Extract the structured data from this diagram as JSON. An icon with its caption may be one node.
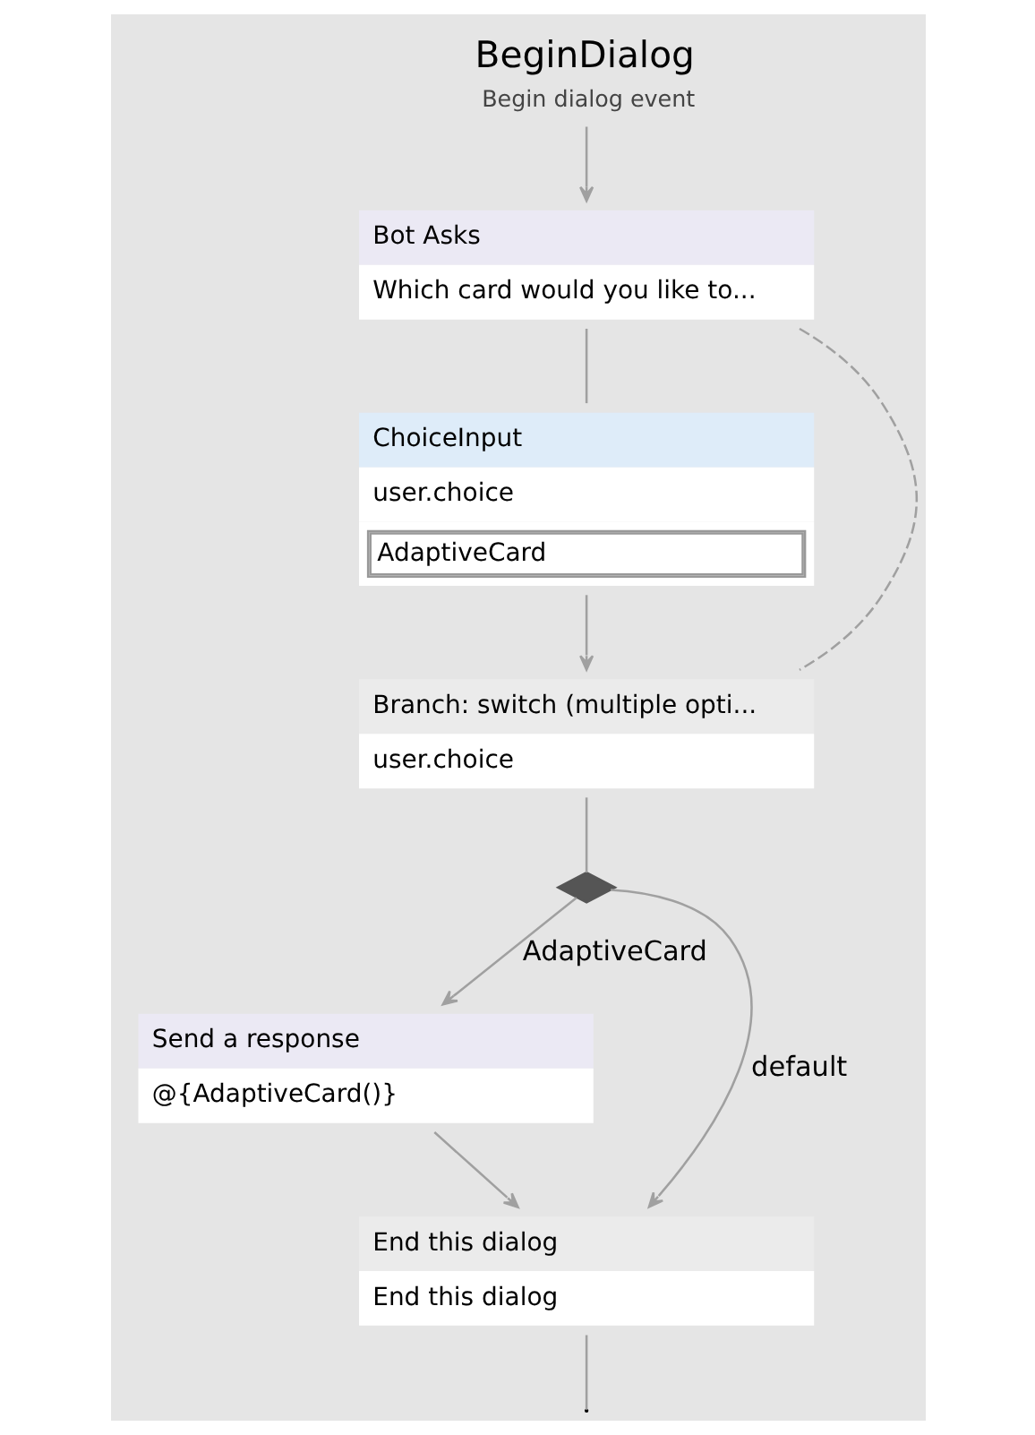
{
  "diagram": {
    "nodes": [
      {
        "text": [
          "BeginDialog",
          "Begin dialog event"
        ]
      },
      {
        "text": [
          "Bot Asks",
          "Which card would you like to..."
        ]
      },
      {
        "text": [
          "ChoiceInput",
          "user.choice",
          "AdaptiveCard"
        ]
      },
      {
        "text": [
          "Branch: switch (multiple opti...",
          "user.choice"
        ]
      },
      {
        "text": [],
        "shape": "diamond"
      },
      {
        "text": [
          "Send a response",
          "@{AdaptiveCard()}"
        ]
      },
      {
        "text": [
          "End this dialog",
          "End this dialog"
        ]
      }
    ],
    "edges": [
      {
        "from": 0,
        "to": 1,
        "arrow": "to"
      },
      {
        "from": 1,
        "to": 2,
        "arrow": "none"
      },
      {
        "from": 1,
        "to": 3,
        "arrow": "none",
        "style": "dashed"
      },
      {
        "from": 2,
        "to": 3,
        "arrow": "to"
      },
      {
        "from": 3,
        "to": 4,
        "arrow": "none"
      },
      {
        "from": 4,
        "to": 6,
        "label": "default",
        "arrow": "to"
      },
      {
        "from": 4,
        "to": 5,
        "label": "AdaptiveCard",
        "arrow": "to"
      },
      {
        "from": 5,
        "to": 6,
        "arrow": "to"
      },
      {
        "from": 6,
        "to": null,
        "arrow": "none"
      }
    ]
  }
}
